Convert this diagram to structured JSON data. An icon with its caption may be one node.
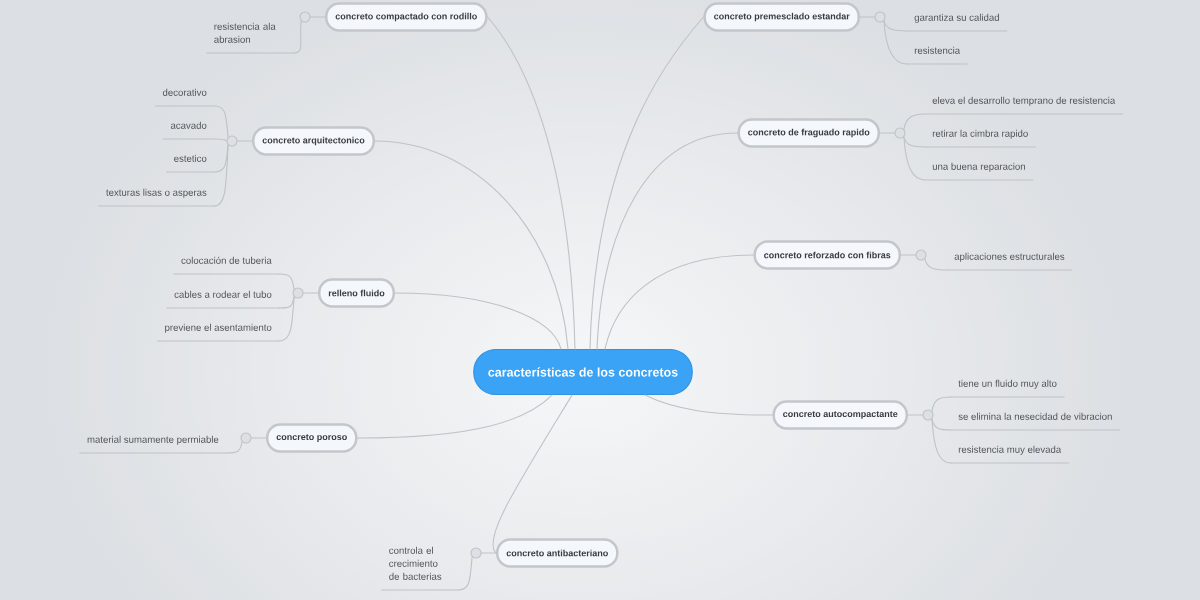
{
  "diagram": {
    "nodes": [
      {
        "text": [
          "características de los concretos"
        ]
      },
      {
        "text": [
          "concreto compactado con rodillo"
        ]
      },
      {
        "text": [],
        "shape": "circle"
      },
      {
        "text": [
          "resistencia ala abrasion"
        ]
      },
      {
        "text": [
          "concreto arquitectonico"
        ]
      },
      {
        "text": [],
        "shape": "circle"
      },
      {
        "text": [
          "decorativo"
        ]
      },
      {
        "text": [
          "acavado"
        ]
      },
      {
        "text": [
          "estetico"
        ]
      },
      {
        "text": [
          "texturas lisas o asperas"
        ]
      },
      {
        "text": [
          "relleno fluido"
        ]
      },
      {
        "text": [],
        "shape": "circle"
      },
      {
        "text": [
          "colocación de tuberia"
        ]
      },
      {
        "text": [
          "cables a rodear el tubo"
        ]
      },
      {
        "text": [
          "previene el asentamiento"
        ]
      },
      {
        "text": [
          "concreto poroso"
        ]
      },
      {
        "text": [],
        "shape": "circle"
      },
      {
        "text": [
          "material sumamente permiable"
        ]
      },
      {
        "text": [
          "concreto antibacteriano"
        ]
      },
      {
        "text": [],
        "shape": "circle"
      },
      {
        "text": [
          "controla el crecimiento de bacterias"
        ]
      },
      {
        "text": [
          "concreto premesclado estandar"
        ]
      },
      {
        "text": [],
        "shape": "circle"
      },
      {
        "text": [
          "garantiza su calidad"
        ]
      },
      {
        "text": [
          "resistencia"
        ]
      },
      {
        "text": [
          "concreto de fraguado rapido"
        ]
      },
      {
        "text": [],
        "shape": "circle"
      },
      {
        "text": [
          "eleva el desarrollo temprano de resistencia"
        ]
      },
      {
        "text": [
          "retirar la cimbra rapido"
        ]
      },
      {
        "text": [
          "una buena reparacion"
        ]
      },
      {
        "text": [
          "concreto reforzado con fibras"
        ]
      },
      {
        "text": [],
        "shape": "circle"
      },
      {
        "text": [
          "aplicaciones estructurales"
        ]
      },
      {
        "text": [
          "concreto autocompactante"
        ]
      },
      {
        "text": [],
        "shape": "circle"
      },
      {
        "text": [
          "tiene un fluido muy alto"
        ]
      },
      {
        "text": [
          "se elimina la nesecidad de vibracion"
        ]
      },
      {
        "text": [
          "resistencia muy elevada"
        ]
      }
    ],
    "edges": [
      {
        "from": 0,
        "to": 1,
        "arrow": "none"
      },
      {
        "from": 0,
        "to": 4,
        "arrow": "none"
      },
      {
        "from": 0,
        "to": 10,
        "arrow": "none"
      },
      {
        "from": 0,
        "to": 15,
        "arrow": "none"
      },
      {
        "from": 0,
        "to": 18,
        "arrow": "none"
      },
      {
        "from": 0,
        "to": 21,
        "arrow": "none"
      },
      {
        "from": 0,
        "to": 25,
        "arrow": "none"
      },
      {
        "from": 0,
        "to": 30,
        "arrow": "none"
      },
      {
        "from": 0,
        "to": 33,
        "arrow": "none"
      },
      {
        "from": 1,
        "to": 2,
        "arrow": "none"
      },
      {
        "from": 2,
        "to": 3,
        "arrow": "none"
      },
      {
        "from": 4,
        "to": 5,
        "arrow": "none"
      },
      {
        "from": 5,
        "to": 6,
        "arrow": "none"
      },
      {
        "from": 5,
        "to": 7,
        "arrow": "none"
      },
      {
        "from": 5,
        "to": 8,
        "arrow": "none"
      },
      {
        "from": 5,
        "to": 9,
        "arrow": "none"
      },
      {
        "from": 10,
        "to": 11,
        "arrow": "none"
      },
      {
        "from": 11,
        "to": 12,
        "arrow": "none"
      },
      {
        "from": 11,
        "to": 13,
        "arrow": "none"
      },
      {
        "from": 11,
        "to": 14,
        "arrow": "none"
      },
      {
        "from": 15,
        "to": 16,
        "arrow": "none"
      },
      {
        "from": 16,
        "to": 17,
        "arrow": "none"
      },
      {
        "from": 18,
        "to": 19,
        "arrow": "none"
      },
      {
        "from": 19,
        "to": 20,
        "arrow": "none"
      },
      {
        "from": 21,
        "to": 22,
        "arrow": "none"
      },
      {
        "from": 22,
        "to": 23,
        "arrow": "none"
      },
      {
        "from": 22,
        "to": 24,
        "arrow": "none"
      },
      {
        "from": 25,
        "to": 26,
        "arrow": "none"
      },
      {
        "from": 26,
        "to": 27,
        "arrow": "none"
      },
      {
        "from": 26,
        "to": 28,
        "arrow": "none"
      },
      {
        "from": 26,
        "to": 29,
        "arrow": "none"
      },
      {
        "from": 30,
        "to": 31,
        "arrow": "none"
      },
      {
        "from": 31,
        "to": 32,
        "arrow": "none"
      },
      {
        "from": 33,
        "to": 34,
        "arrow": "none"
      },
      {
        "from": 34,
        "to": 35,
        "arrow": "none"
      },
      {
        "from": 34,
        "to": 36,
        "arrow": "none"
      },
      {
        "from": 34,
        "to": 37,
        "arrow": "none"
      }
    ]
  }
}
